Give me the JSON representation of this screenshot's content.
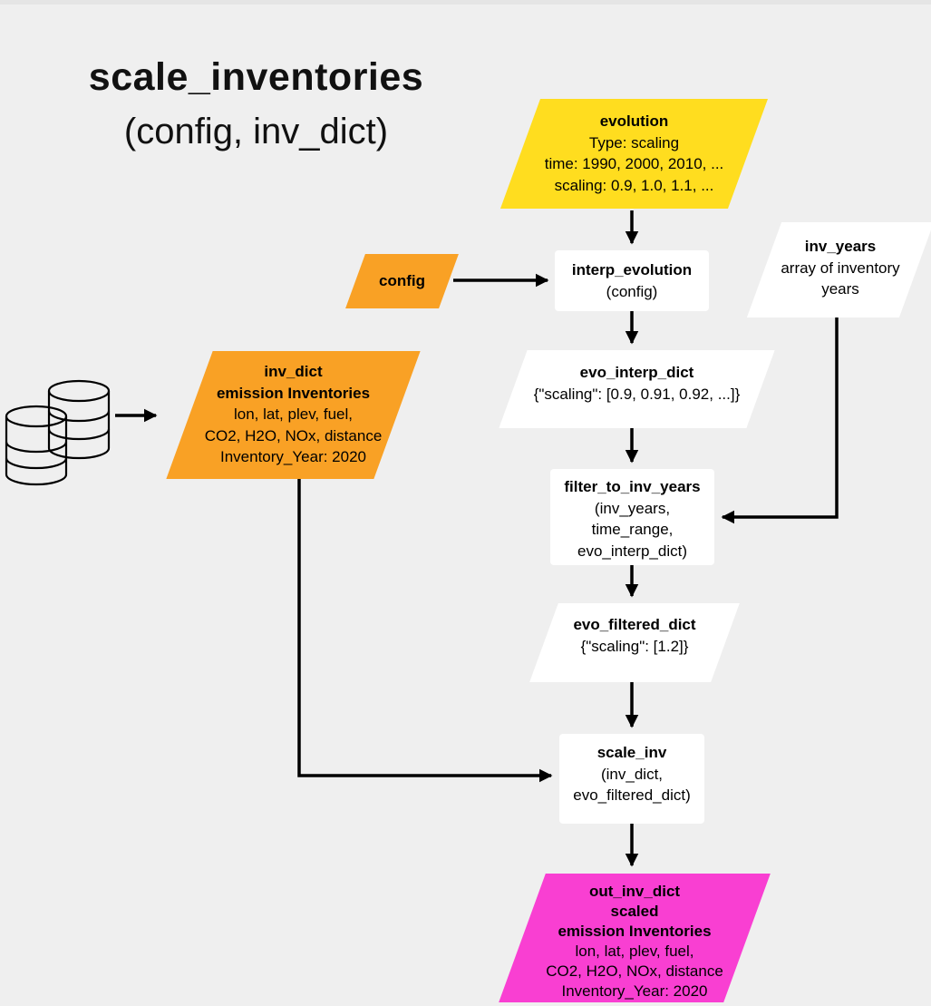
{
  "title": {
    "name": "scale_inventories",
    "params": "(config, inv_dict)"
  },
  "colors": {
    "background": "#efefef",
    "yellow": "#ffdd1f",
    "orange": "#f9a125",
    "magenta": "#f93fd2",
    "node_white": "#ffffff",
    "text": "#000000",
    "connector": "#000000"
  },
  "nodes": {
    "evolution": {
      "title": "evolution",
      "lines": [
        "Type: scaling",
        "time: 1990, 2000, 2010, ...",
        "scaling: 0.9, 1.0, 1.1, ..."
      ]
    },
    "config": {
      "title": "config"
    },
    "interp_evolution": {
      "title": "interp_evolution",
      "lines": [
        "(config)"
      ]
    },
    "inv_years": {
      "title": "inv_years",
      "lines": [
        "array of inventory",
        "years"
      ]
    },
    "evo_interp_dict": {
      "title": "evo_interp_dict",
      "lines": [
        "{\"scaling\": [0.9, 0.91, 0.92, ...]}"
      ]
    },
    "inv_dict": {
      "title": "inv_dict",
      "title2": "emission Inventories",
      "lines": [
        "lon, lat, plev, fuel,",
        "CO2, H2O, NOx, distance",
        "Inventory_Year: 2020"
      ]
    },
    "filter_to_inv_years": {
      "title": "filter_to_inv_years",
      "lines": [
        "(inv_years,",
        "time_range,",
        "evo_interp_dict)"
      ]
    },
    "evo_filtered_dict": {
      "title": "evo_filtered_dict",
      "lines": [
        "{\"scaling\": [1.2]}"
      ]
    },
    "scale_inv": {
      "title": "scale_inv",
      "lines": [
        "(inv_dict,",
        "evo_filtered_dict)"
      ]
    },
    "out_inv_dict": {
      "title": "out_inv_dict",
      "title2": "scaled",
      "title3": "emission Inventories",
      "lines": [
        "lon, lat, plev, fuel,",
        "CO2, H2O, NOx, distance",
        "Inventory_Year: 2020"
      ]
    }
  },
  "icons": {
    "database": "database-stack-icon"
  }
}
